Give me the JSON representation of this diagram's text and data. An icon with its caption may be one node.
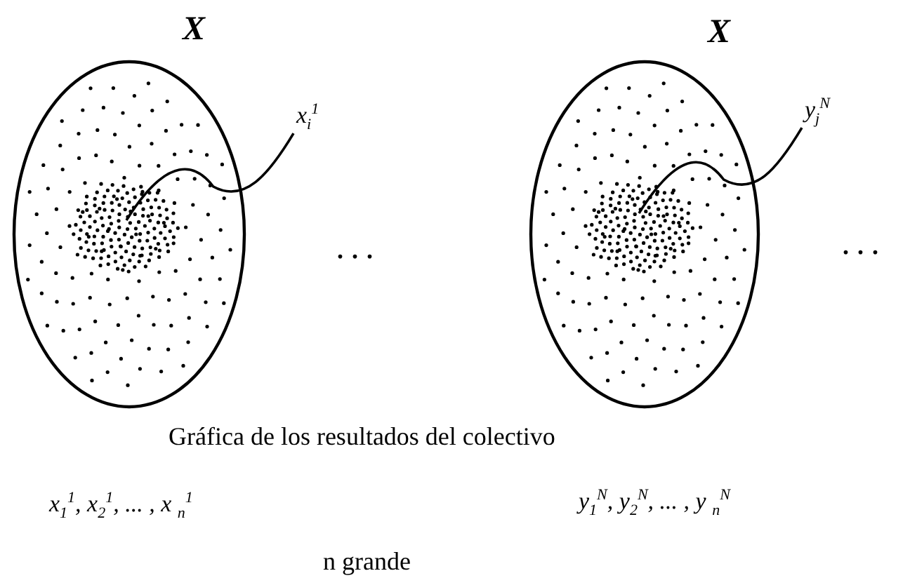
{
  "diagram": {
    "caption": "Gráfica de los resultados del colectivo",
    "nodes": [
      {
        "text": [
          "X"
        ]
      },
      {
        "text": [
          "x$_{i}$$^{1}$"
        ]
      },
      {
        "text": [
          "X"
        ]
      },
      {
        "text": [
          "y$_{j}$$^{N}$"
        ]
      }
    ],
    "edges": [
      {
        "from": 1,
        "to": 0,
        "arrow": "none"
      },
      {
        "from": 3,
        "to": 2,
        "arrow": "none"
      }
    ],
    "labels": [
      "...",
      "...",
      "x$_{1}$$^{1}$, x$_{2}$$^{1}$, ... , x $_{n}$$^{1}$",
      "y$_{1}$$^{N}$, y$_{2}$$^{N}$, ... , y $_{n}$$^{N}$",
      "n grande"
    ]
  }
}
